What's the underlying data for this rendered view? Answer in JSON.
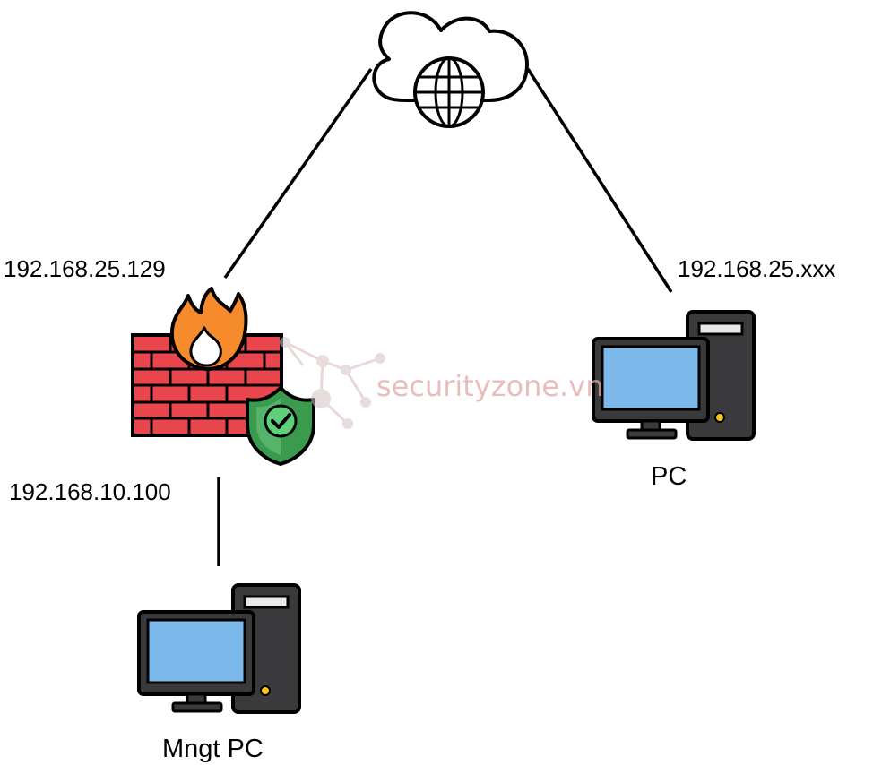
{
  "labels": {
    "firewall_wan_ip": "192.168.25.129",
    "firewall_lan_ip": "192.168.10.100",
    "pc_ip": "192.168.25.xxx",
    "pc_name": "PC",
    "mgmt_pc_name": "Mngt PC"
  },
  "watermark": {
    "text": "securityzone.vn"
  },
  "icons": {
    "cloud": "internet-cloud-icon",
    "globe": "globe-icon",
    "firewall": "firewall-icon",
    "shield": "shield-check-icon",
    "pc": "desktop-computer-icon",
    "mgmt_pc": "desktop-computer-icon"
  },
  "colors": {
    "line": "#000000",
    "brick": "#e8454d",
    "flame_outer": "#f58b2c",
    "shield": "#3a9a4e",
    "screen": "#7cb8ea",
    "tower": "#3a3a3d",
    "watermark": "#e3a7a7"
  }
}
